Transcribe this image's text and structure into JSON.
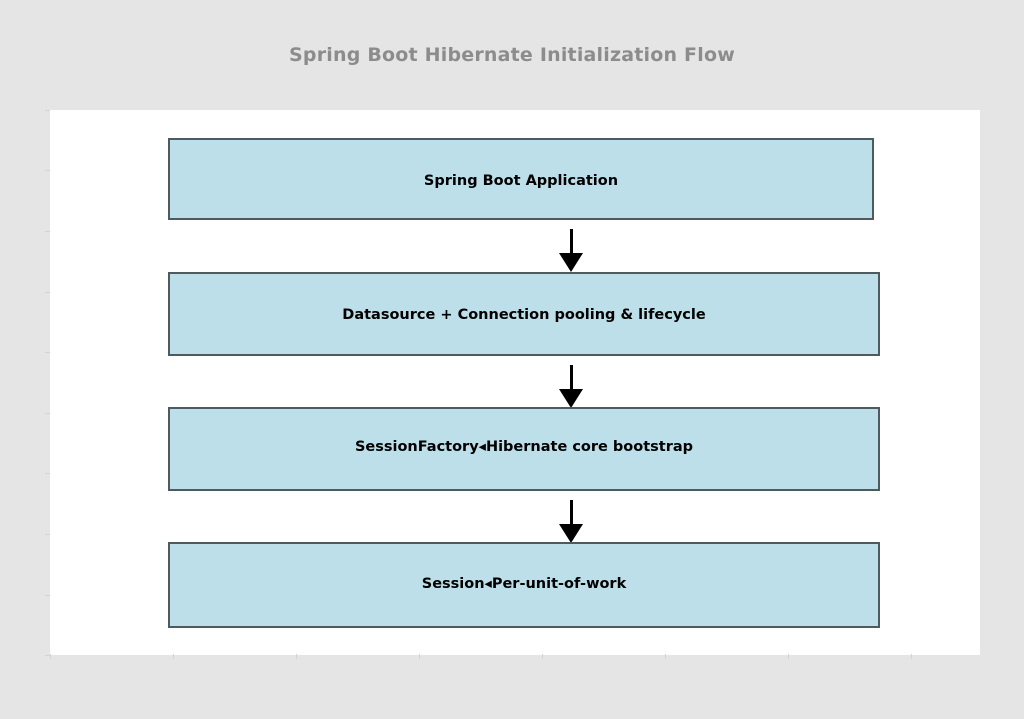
{
  "figure": {
    "title": "Spring Boot Hibernate Initialization Flow",
    "background_color": "#e5e5e5",
    "canvas_color": "#ffffff",
    "title_color": "#8c8c8c"
  },
  "diagram": {
    "type": "flowchart",
    "orientation": "vertical-top-down",
    "node_fill_color": "#bcdfe9",
    "node_border_color": "#4d5b61",
    "connector_color": "#000000",
    "nodes": [
      {
        "id": "spring-boot-application",
        "label": "Spring Boot Application"
      },
      {
        "id": "datasource",
        "label": "Datasource + Connection pooling & lifecycle"
      },
      {
        "id": "session-factory",
        "label": "SessionFactory◂Hibernate core bootstrap"
      },
      {
        "id": "session",
        "label": "Session◂Per-unit-of-work"
      }
    ],
    "connectors": [
      {
        "id": "arrow-1",
        "from": "spring-boot-application",
        "to": "datasource",
        "glyph": "down-arrow-icon"
      },
      {
        "id": "arrow-2",
        "from": "datasource",
        "to": "session-factory",
        "glyph": "down-arrow-icon"
      },
      {
        "id": "arrow-3",
        "from": "session-factory",
        "to": "session",
        "glyph": "down-arrow-icon"
      }
    ]
  }
}
